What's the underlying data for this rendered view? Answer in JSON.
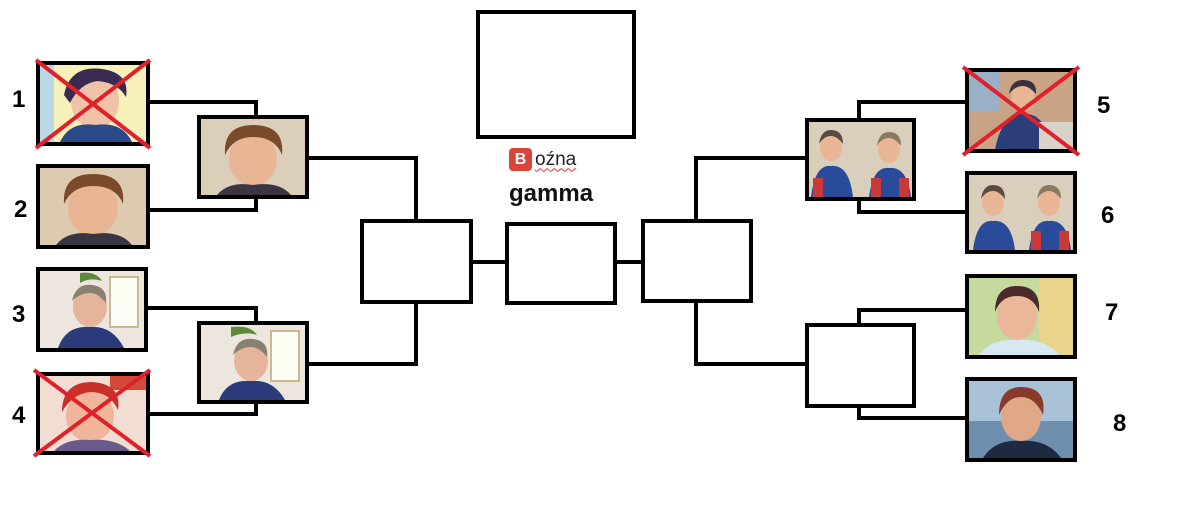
{
  "logo": {
    "letter": "B",
    "text": "oźna"
  },
  "subtitle": "gamma",
  "seeds": [
    "1",
    "2",
    "3",
    "4",
    "5",
    "6",
    "7",
    "8"
  ],
  "contestants": [
    {
      "seed": "1",
      "eliminated": true
    },
    {
      "seed": "2",
      "eliminated": false
    },
    {
      "seed": "3",
      "eliminated": false
    },
    {
      "seed": "4",
      "eliminated": true
    },
    {
      "seed": "5",
      "eliminated": true
    },
    {
      "seed": "6",
      "eliminated": false
    },
    {
      "seed": "7",
      "eliminated": false
    },
    {
      "seed": "8",
      "eliminated": false
    }
  ],
  "colors": {
    "line": "#000000",
    "cross": "#e0202a",
    "logo_badge": "#d9443a"
  }
}
